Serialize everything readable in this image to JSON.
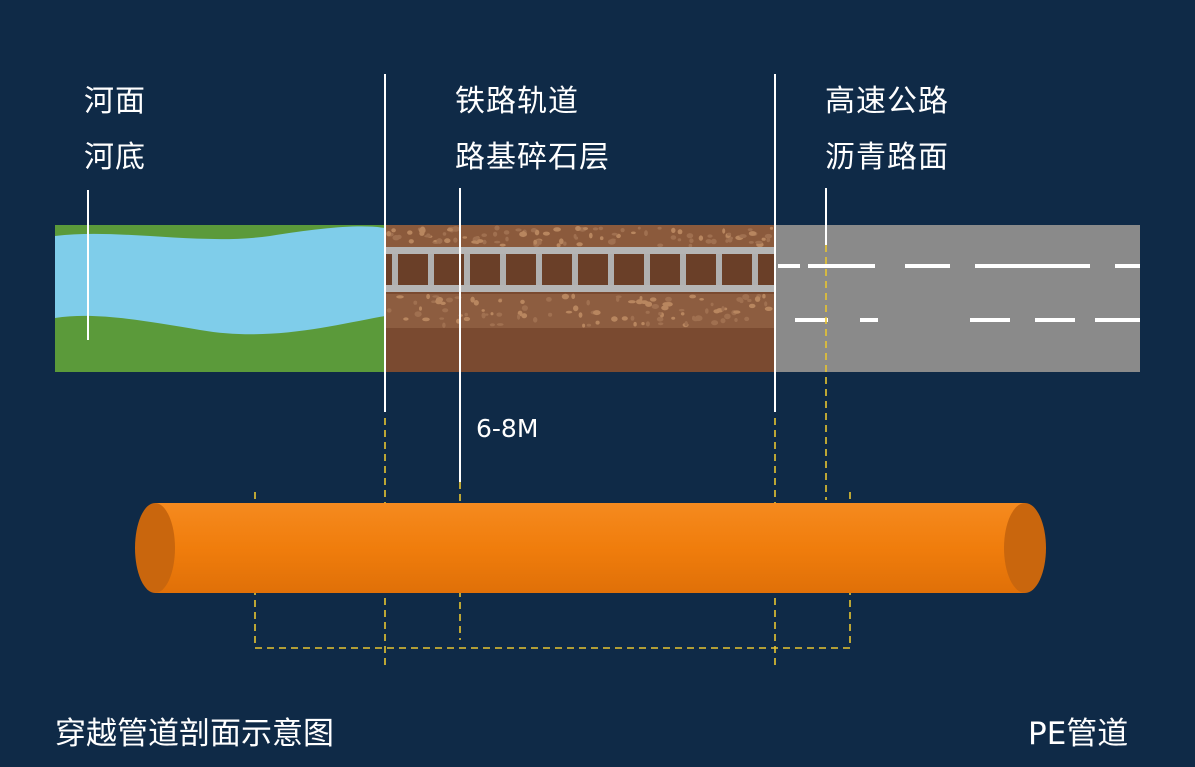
{
  "sections": [
    {
      "id": "river",
      "line1": "河面",
      "line2": "河底"
    },
    {
      "id": "railway",
      "line1": "铁路轨道",
      "line2": "路基碎石层"
    },
    {
      "id": "highway",
      "line1": "高速公路",
      "line2": "沥青路面"
    }
  ],
  "depth_label": "6-8M",
  "footer": {
    "title": "穿越管道剖面示意图",
    "pipe_label": "PE管道"
  },
  "colors": {
    "background": "#0f2a47",
    "water": "#7fcdea",
    "grass": "#5b9a3a",
    "soil": "#7a4a30",
    "asphalt": "#8a8a8a",
    "pipe": "#f07d0c",
    "guide_dashed": "#e8c531",
    "divider": "#ffffff"
  }
}
